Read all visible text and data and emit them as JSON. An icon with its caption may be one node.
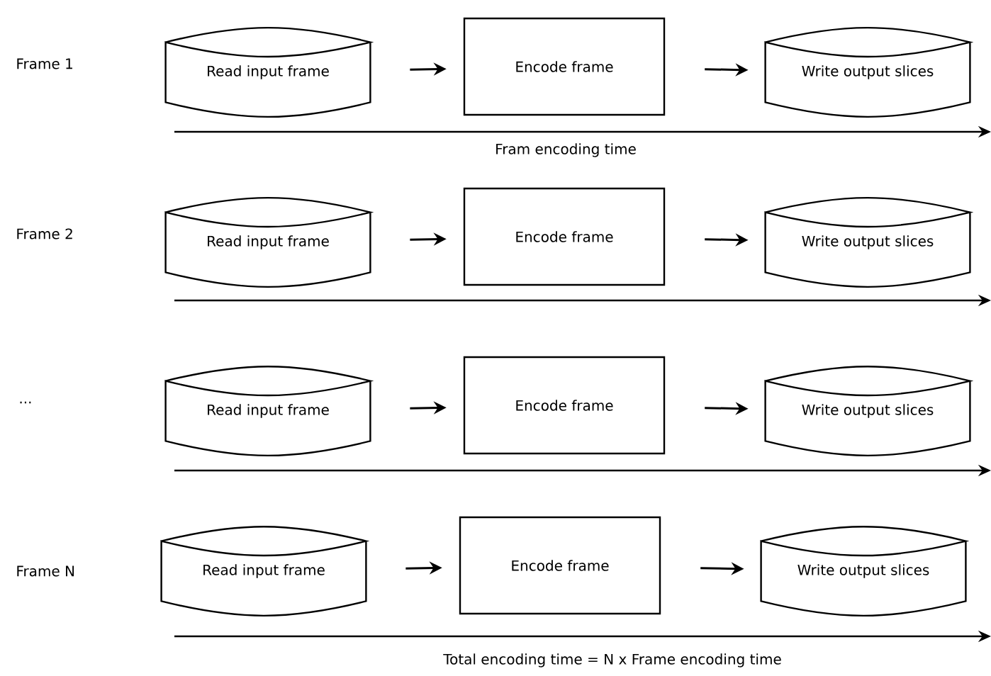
{
  "diagram": {
    "nodes": [
      {
        "text": [
          "Read input frame"
        ]
      },
      {
        "text": [
          "Encode frame"
        ]
      },
      {
        "text": [
          "Write output slices"
        ]
      },
      {
        "text": [
          "Read input frame"
        ]
      },
      {
        "text": [
          "Encode frame"
        ]
      },
      {
        "text": [
          "Write output slices"
        ]
      },
      {
        "text": [
          "Read input frame"
        ]
      },
      {
        "text": [
          "Encode frame"
        ]
      },
      {
        "text": [
          "Write output slices"
        ]
      },
      {
        "text": [
          "Read input frame"
        ]
      },
      {
        "text": [
          "Encode frame"
        ]
      },
      {
        "text": [
          "Write output slices"
        ]
      }
    ],
    "edges": [
      {
        "from": 0,
        "to": 1,
        "arrow": "to"
      },
      {
        "from": 1,
        "to": 2,
        "arrow": "to"
      },
      {
        "from": 3,
        "to": 4,
        "arrow": "to"
      },
      {
        "from": 4,
        "to": 5,
        "arrow": "to"
      },
      {
        "from": 6,
        "to": 7,
        "arrow": "to"
      },
      {
        "from": 7,
        "to": 8,
        "arrow": "to"
      },
      {
        "from": 9,
        "to": 10,
        "arrow": "to"
      },
      {
        "from": 10,
        "to": 11,
        "arrow": "to"
      }
    ],
    "labels": [
      "Frame 1",
      "Fram encoding time",
      "Frame 2",
      "...",
      "Frame N",
      "Total encoding time = N x Frame encoding time"
    ]
  }
}
